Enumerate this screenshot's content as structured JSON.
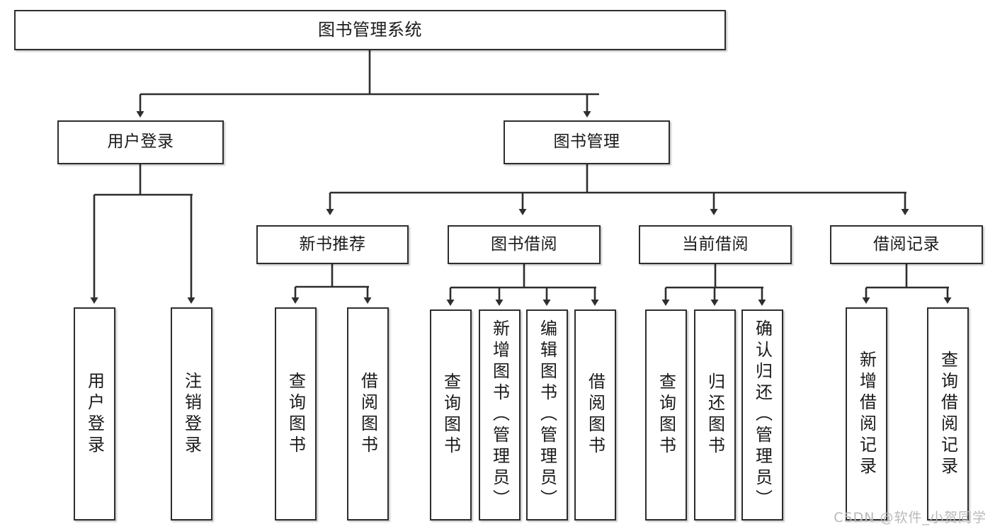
{
  "diagram": {
    "type": "tree",
    "title": "图书管理系统",
    "orientation": "top-down",
    "edge_style": "orthogonal-arrow",
    "colors": {
      "box_border": "#2e2e2e",
      "box_fill": "#ffffff",
      "edge": "#2e2e2e",
      "text": "#1a1a1a",
      "watermark": "#b9b9b9",
      "background": "#ffffff"
    }
  },
  "nodes": {
    "root": {
      "label": "图书管理系统",
      "level": 0
    },
    "level1": [
      {
        "id": "user-login",
        "label": "用户登录"
      },
      {
        "id": "book-manage",
        "label": "图书管理"
      }
    ],
    "level2": [
      {
        "id": "new-book-recommend",
        "label": "新书推荐",
        "parent": "book-manage"
      },
      {
        "id": "book-borrow",
        "label": "图书借阅",
        "parent": "book-manage"
      },
      {
        "id": "current-borrow",
        "label": "当前借阅",
        "parent": "book-manage"
      },
      {
        "id": "borrow-record",
        "label": "借阅记录",
        "parent": "book-manage"
      }
    ],
    "leaves": {
      "user-login": [
        {
          "id": "leaf-user-login",
          "label": "用户登录"
        },
        {
          "id": "leaf-user-logout",
          "label": "注销登录"
        }
      ],
      "new-book-recommend": [
        {
          "id": "leaf-query-book-1",
          "label": "查询图书"
        },
        {
          "id": "leaf-borrow-book-1",
          "label": "借阅图书"
        }
      ],
      "book-borrow": [
        {
          "id": "leaf-query-book-2",
          "label": "查询图书"
        },
        {
          "id": "leaf-add-book",
          "label": "新增图书（管理员）"
        },
        {
          "id": "leaf-edit-book",
          "label": "编辑图书（管理员）"
        },
        {
          "id": "leaf-borrow-book-2",
          "label": "借阅图书"
        }
      ],
      "current-borrow": [
        {
          "id": "leaf-query-book-3",
          "label": "查询图书"
        },
        {
          "id": "leaf-return-book",
          "label": "归还图书"
        },
        {
          "id": "leaf-confirm-return",
          "label": "确认归还（管理员）"
        }
      ],
      "borrow-record": [
        {
          "id": "leaf-add-record",
          "label": "新增借阅记录"
        },
        {
          "id": "leaf-query-record",
          "label": "查询借阅记录"
        }
      ]
    }
  },
  "watermark": {
    "text": "CSDN @软件_小贺同学"
  }
}
